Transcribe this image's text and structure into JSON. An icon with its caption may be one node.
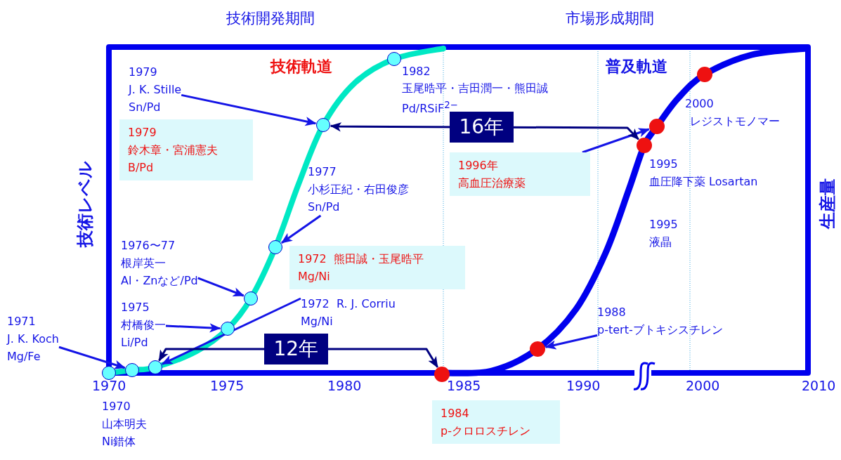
{
  "diagram": {
    "nodes": [
      {
        "text": [
          "1979",
          "J. K. Stille",
          "Sn/Pd"
        ]
      },
      {
        "text": [
          "1979",
          "鈴木章・宮浦憲夫",
          "B/Pd"
        ]
      },
      {
        "text": [
          "1977",
          "小杉正紀・右田俊彦",
          "Sn/Pd"
        ]
      },
      {
        "text": [
          "1976〜77",
          "根岸英一",
          "Al・Znなど/Pd"
        ]
      },
      {
        "text": [
          "1972  熊田誠・玉尾晧平",
          "Mg/Ni"
        ]
      },
      {
        "text": [
          "1975",
          "村橋俊一",
          "Li/Pd"
        ]
      },
      {
        "text": [
          "1972  R. J. Corriu",
          "Mg/Ni"
        ]
      },
      {
        "text": [
          "1971",
          "J. K. Koch",
          "Mg/Fe"
        ]
      },
      {
        "text": [
          "1996年",
          "高血圧治療薬"
        ]
      },
      {
        "text": [
          "1988",
          "p-tert-ブトキシスチレン"
        ]
      },
      {
        "text": [
          "1984",
          "p-クロロスチレン"
        ]
      },
      {
        "text": [],
        "shape": "circle"
      },
      {
        "text": [],
        "shape": "circle"
      },
      {
        "text": [],
        "shape": "circle"
      },
      {
        "text": [],
        "shape": "circle"
      },
      {
        "text": [],
        "shape": "circle"
      },
      {
        "text": [],
        "shape": "circle"
      },
      {
        "text": [],
        "shape": "circle"
      },
      {
        "text": [],
        "shape": "circle"
      },
      {
        "text": [],
        "shape": "circle"
      },
      {
        "text": [],
        "shape": "circle"
      },
      {
        "text": [],
        "shape": "circle"
      },
      {
        "text": [],
        "shape": "circle"
      },
      {
        "text": [],
        "shape": "circle"
      }
    ],
    "edges": [
      {
        "from": 0,
        "to": 17,
        "arrow": "to"
      },
      {
        "from": 2,
        "to": 16,
        "arrow": "to"
      },
      {
        "from": 3,
        "to": 15,
        "arrow": "to"
      },
      {
        "from": 5,
        "to": 14,
        "arrow": "to"
      },
      {
        "from": 7,
        "to": 12,
        "arrow": "to"
      },
      {
        "from": 6,
        "to": 13,
        "arrow": "to"
      },
      {
        "from": 8,
        "to": 22,
        "arrow": "to"
      },
      {
        "from": 9,
        "to": 20,
        "arrow": "to"
      },
      {
        "from": 17,
        "to": 21,
        "arrow": "both",
        "label": "16年",
        "color": "#000080"
      },
      {
        "from": 13,
        "to": 19,
        "arrow": "both",
        "label": "12年",
        "color": "#000080"
      }
    ],
    "labels": [
      "技術開発期間",
      "市場形成期間",
      "技術軌道",
      "普及軌道",
      "1982",
      "玉尾晧平・吉田潤一・熊田誠",
      "Pd/RSiF$^{2−}$",
      "2000",
      "レジストモノマー",
      "1995",
      "血圧降下薬 Losartan",
      "1995",
      "液晶",
      "技術レベル",
      "生産量",
      "1970",
      "1975",
      "1980",
      "1985",
      "1990",
      "2000",
      "2010",
      "1970",
      "山本明夫",
      "Ni錯体"
    ]
  }
}
